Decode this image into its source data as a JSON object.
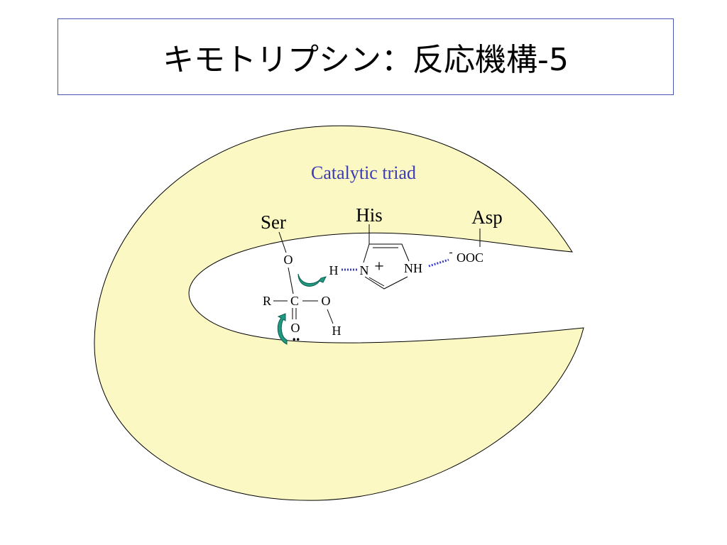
{
  "title": "キモトリプシン：反応機構-5",
  "labels": {
    "catalytic_triad": "Catalytic triad",
    "ser": "Ser",
    "his": "His",
    "asp": "Asp",
    "o_ser": "O",
    "h_bond": "H",
    "n_plus": "N",
    "plus": "+",
    "nh": "NH",
    "carboxylate": "OOC",
    "carboxylate_charge": "-",
    "r": "R",
    "c": "C",
    "o_right": "O",
    "o_bottom": "O",
    "lone_pair": "..",
    "h_bottom": "H"
  },
  "colors": {
    "enzyme_fill": "#fbf8c4",
    "triad_text": "#3b3bb5",
    "hbond": "#3b3bd0",
    "arrow": "#1e9a82"
  }
}
